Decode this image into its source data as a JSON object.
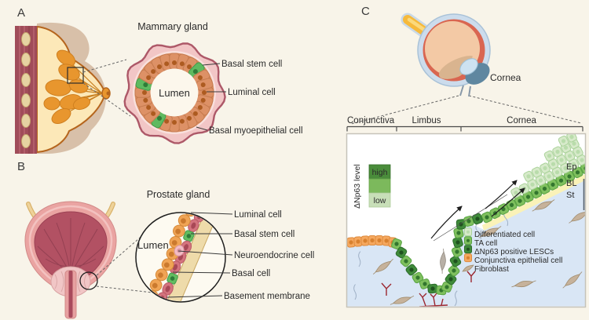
{
  "figure": {
    "background": "#f8f4e9"
  },
  "panelA": {
    "letter": "A",
    "title": "Mammary gland",
    "lumen": "Lumen",
    "labels": [
      "Basal stem cell",
      "Luminal cell",
      "Basal myoepithelial cell"
    ]
  },
  "panelB": {
    "letter": "B",
    "title": "Prostate gland",
    "lumen": "Lumen",
    "labels": [
      "Luminal cell",
      "Basal stem cell",
      "Neuroendocrine cell",
      "Basal cell",
      "Basement membrane"
    ]
  },
  "panelC": {
    "letter": "C",
    "eye_label": "Cornea",
    "regions": [
      "Conjunctiva",
      "Limbus",
      "Cornea"
    ],
    "np63_scale": {
      "title": "ΔNp63 level",
      "high": "high",
      "low": "low"
    },
    "layer_labels": [
      "Ep",
      "BL",
      "St"
    ],
    "legend": [
      "Differentiated cell",
      "TA cell",
      "ΔNp63 positive LESCs",
      "Conjunctiva epithelial cell",
      "Fibroblast"
    ]
  },
  "colors": {
    "lesc_green": "#3f8a3a",
    "ta_green": "#7fc05e",
    "differentiated_green": "#d7eaca",
    "conjunctiva_orange": "#f5a85f",
    "stroma_blue": "#d9e6f5",
    "basement_yellow": "#faf2b8",
    "vessel_red": "#9c2730",
    "duct_cell_orange": "#dd9166",
    "stem_cell_green": "#5fba60"
  }
}
